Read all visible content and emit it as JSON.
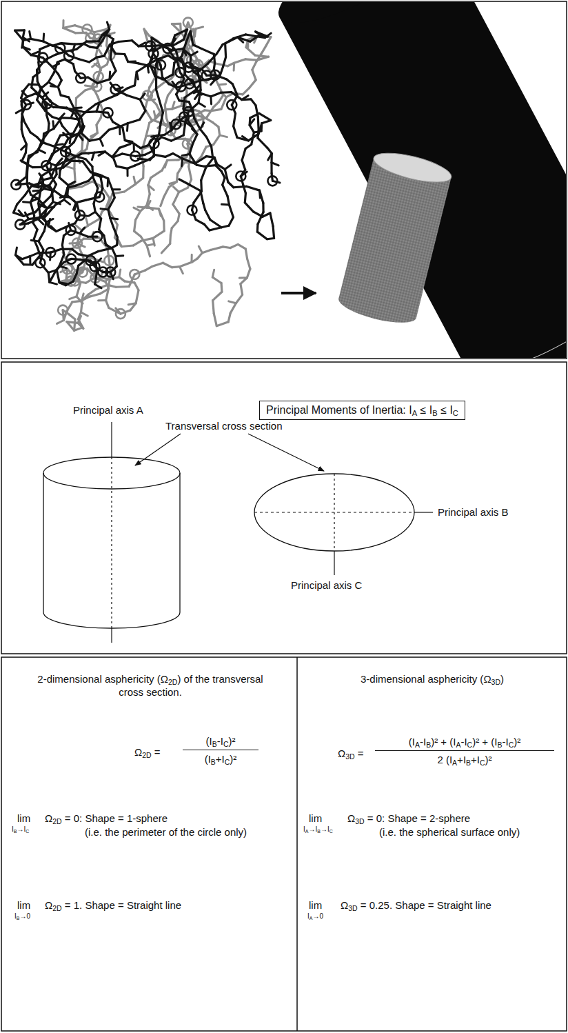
{
  "diagram": {
    "nodes": [
      {
        "text": [
          "Principal Moments of Inertia: IA ≤ IB ≤ IC"
        ]
      },
      {
        "text": [
          "2-dimensional asphericity (Ω2D) of the transversal cross section.",
          "Ω2D =",
          "(IB-IC)²",
          "(IB+IC)²",
          "lim",
          "IB→IC",
          "Ω2D = 0: Shape = 1-sphere",
          "(i.e. the perimeter of the circle only)",
          "lim",
          "IB→0",
          "Ω2D = 1. Shape = Straight line"
        ]
      },
      {
        "text": [
          "3-dimensional asphericity (Ω3D)",
          "Ω3D =",
          "(IA-IB)² + (IA-IC)² + (IB-IC)²",
          "2 (IA+IB+IC)²",
          "lim",
          "IA→IB→IC",
          "Ω3D = 0: Shape = 2-sphere",
          "(i.e. the spherical surface only)",
          "lim",
          "IA→0",
          "Ω3D = 0.25. Shape = Straight line"
        ]
      }
    ],
    "labels": [
      "Principal axis A",
      "Transversal cross section",
      "Principal axis B",
      "Principal axis C"
    ]
  }
}
